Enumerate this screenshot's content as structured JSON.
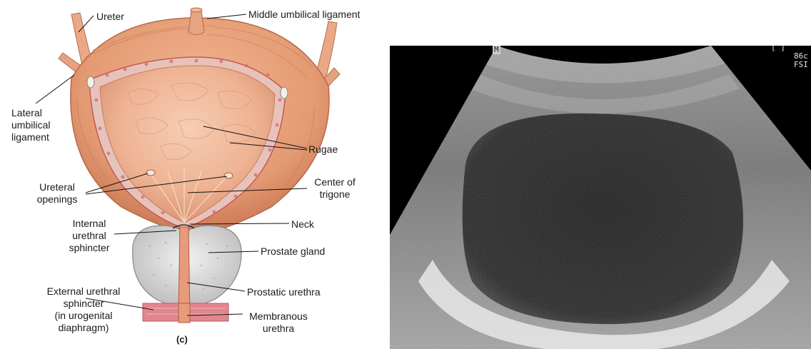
{
  "diagram": {
    "labels": {
      "ureter": "Ureter",
      "middle_umbilical_ligament": "Middle umbilical ligament",
      "lateral_umbilical_ligament": [
        "Lateral",
        "umbilical",
        "ligament"
      ],
      "rugae": "Rugae",
      "ureteral_openings": [
        "Ureteral",
        "openings"
      ],
      "center_of_trigone": [
        "Center of",
        "trigone"
      ],
      "internal_urethral_sphincter": [
        "Internal",
        "urethral",
        "sphincter"
      ],
      "neck": "Neck",
      "prostate_gland": "Prostate gland",
      "external_urethral_sphincter": [
        "External urethral",
        "sphincter",
        "(in urogenital",
        "diaphragm)"
      ],
      "prostatic_urethra": "Prostatic urethra",
      "membranous_urethra": [
        "Membranous",
        "urethra"
      ],
      "panel_letter": "(c)"
    }
  },
  "ultrasound": {
    "marker_top_left": "M",
    "overlay_lines": [
      "86c",
      "FSI"
    ],
    "corner_fragment": "[ ]"
  },
  "colors": {
    "bladder_outer": "#e8a07a",
    "bladder_inner": "#f0b898",
    "mucosa_band": "#e7c6c0",
    "prostate": "#dcdcdc",
    "ultrasound_bg": "#000000"
  }
}
